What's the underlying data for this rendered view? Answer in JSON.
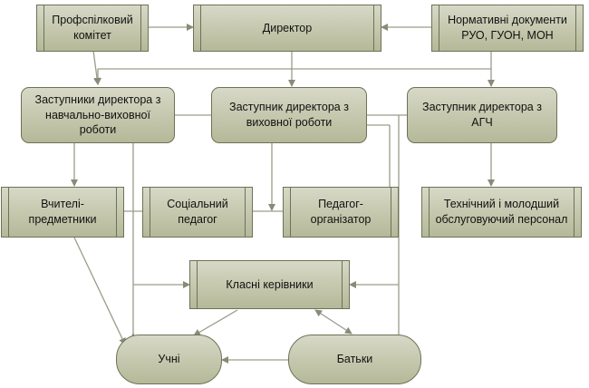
{
  "nodes": {
    "union": "Профспілковий комітет",
    "director": "Директор",
    "norms": "Нормативні документи РУО, ГУОН, МОН",
    "deputy_edu": "Заступники директора з навчально-виховної роботи",
    "deputy_upbringing": "Заступник директора з виховної роботи",
    "deputy_agch": "Заступник директора з АГЧ",
    "teachers": "Вчителі-предметники",
    "social_pedagogue": "Соціальний педагог",
    "pedagogue_organizer": "Педагог-організатор",
    "technical_staff": "Технічний і молодший обслуговуючий персонал",
    "class_teachers": "Класні керівники",
    "students": "Учні",
    "parents": "Батьки"
  },
  "colors": {
    "box_fill_top": "#d7d9c7",
    "box_fill_bottom": "#b5b999",
    "box_border": "#6d7256",
    "line": "#9c9c8a"
  }
}
